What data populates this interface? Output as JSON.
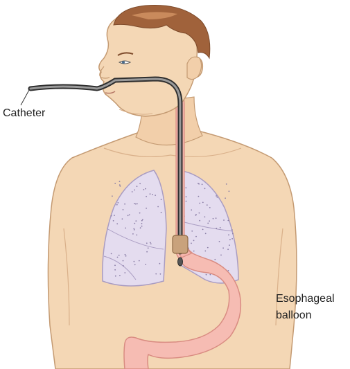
{
  "labels": {
    "catheter": "Catheter",
    "balloon_line1": "Esophageal",
    "balloon_line2": "balloon"
  },
  "colors": {
    "skin": "#f4d7b5",
    "skin_outline": "#c49a72",
    "skin_shadow": "#e8c29c",
    "hair": "#a0623b",
    "hair_light": "#c98a5c",
    "lung": "#e4dcef",
    "lung_outline": "#a99cc2",
    "lung_dots": "#8a7ea6",
    "esophagus": "#f4b4ab",
    "esophagus_outline": "#d98c82",
    "stomach": "#f6bcb3",
    "catheter": "#555555",
    "catheter_dark": "#2e2e2e",
    "balloon": "#c9a27c",
    "leader": "#333333"
  }
}
